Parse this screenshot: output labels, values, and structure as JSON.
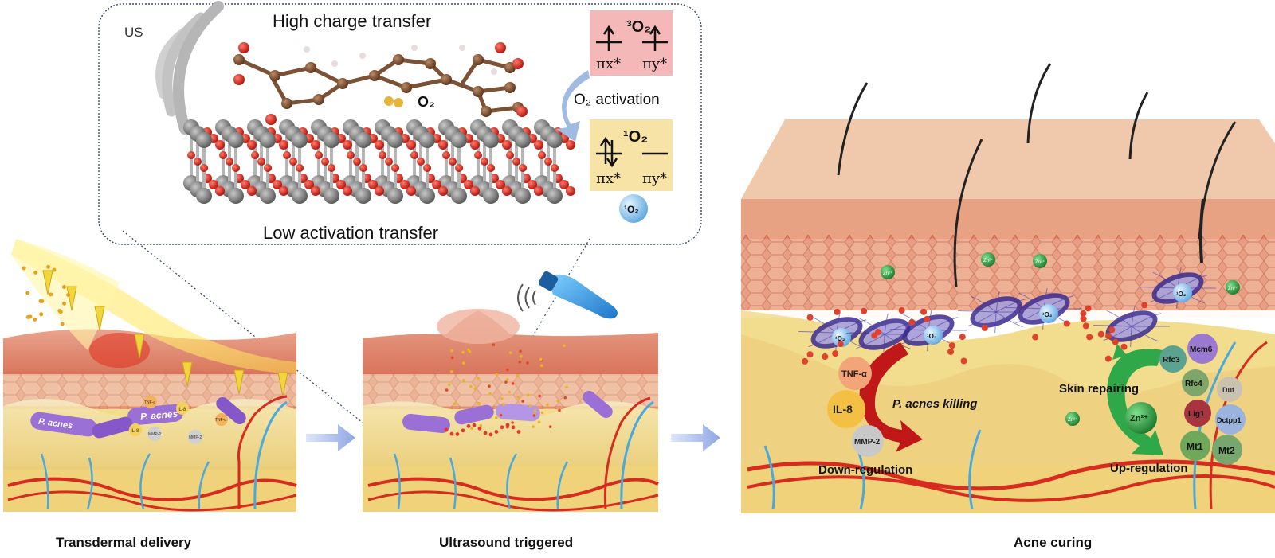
{
  "inset": {
    "top_title": "High charge transfer",
    "bottom_title": "Low activation transfer",
    "us_label": "US",
    "o2_label": "O₂",
    "triplet_label": "³O₂",
    "singlet_label": "¹O₂",
    "activation_label": "O₂ activation",
    "orbital_pi_x": "πx*",
    "orbital_pi_y": "πy*",
    "bubble_label": "¹O₂"
  },
  "panel1": {
    "bacteria_labels": [
      "P. acnes",
      "P. acnes"
    ],
    "small_labels": [
      "TNF-α",
      "IL-8",
      "IL-8",
      "MMP-2",
      "MMP-2",
      "TNF-α"
    ],
    "caption": "Transdermal delivery"
  },
  "panel2": {
    "caption": "Ultrasound triggered"
  },
  "panel3": {
    "caption": "Acne curing",
    "down_markers": [
      "TNF-α",
      "IL-8",
      "MMP-2"
    ],
    "up_markers": [
      "Rfc3",
      "Mcm6",
      "Rfc4",
      "Dut",
      "Lig1",
      "Dctpp1",
      "Mt1",
      "Mt2"
    ],
    "killing_label": "P. acnes killing",
    "repair_label": "Skin repairing",
    "down_label": "Down-regulation",
    "up_label": "Up-regulation",
    "zn_label": "Zn²⁺",
    "singlet_label": "¹O₂"
  },
  "colors": {
    "epidermis": "#e8957a",
    "dermis": "#f2dc8e",
    "bacteria": "#9a6fd6",
    "vessel_red": "#d62b1e",
    "vessel_blue": "#49a9dc",
    "arrow_blue": "#a9b9e8",
    "zn_green": "#2fa84a",
    "triplet_box": "#f5b8b8",
    "singlet_box": "#f8e3a6"
  }
}
